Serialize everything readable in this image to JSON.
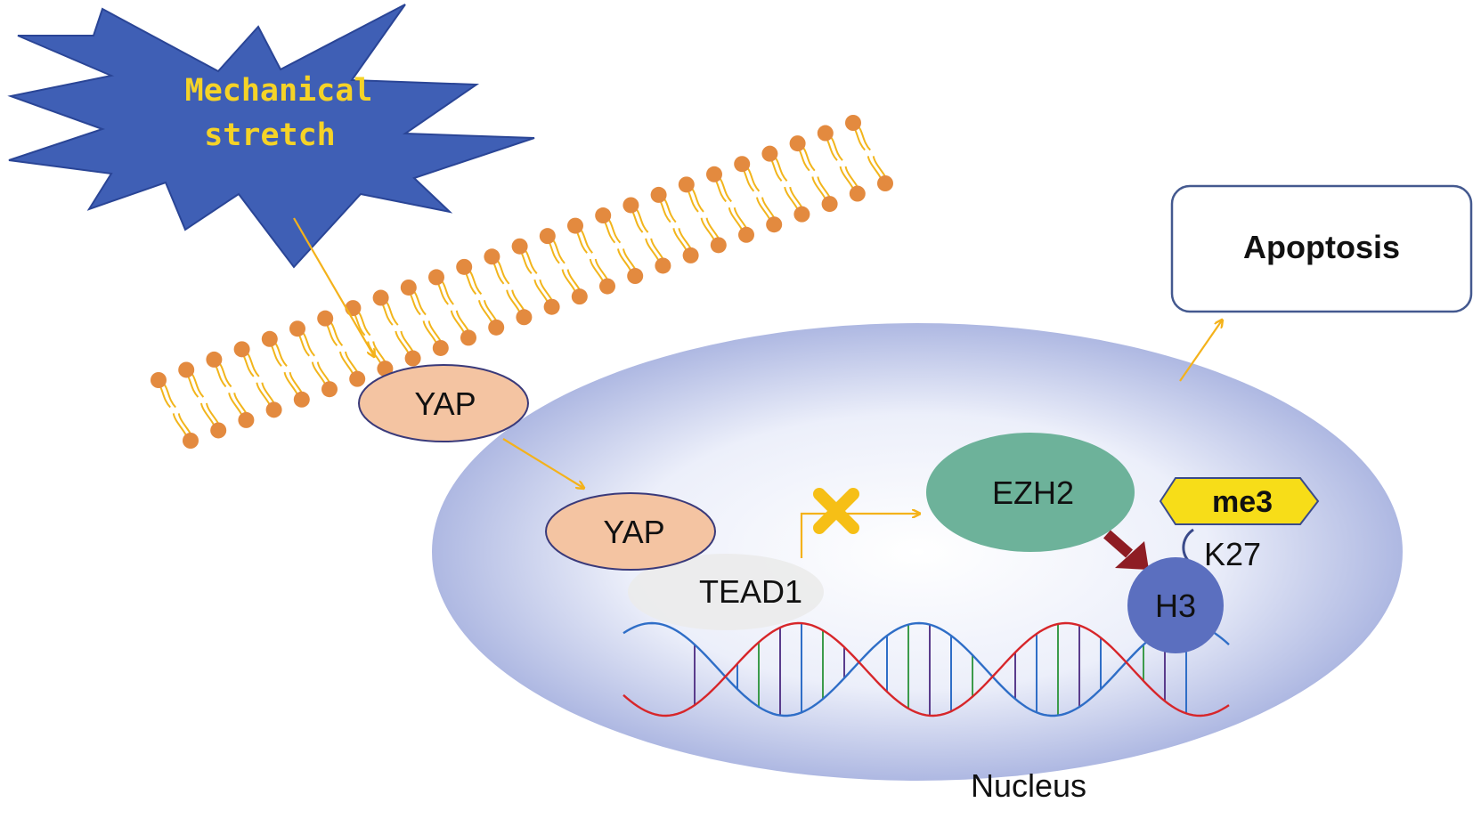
{
  "burst": {
    "label_line1": "Mechanical",
    "label_line2": "stretch"
  },
  "proteins": {
    "yap_cytoplasm": "YAP",
    "yap_nucleus": "YAP",
    "tead1": "TEAD1",
    "ezh2": "EZH2",
    "h3": "H3",
    "me3": "me3",
    "k27": "K27"
  },
  "outcome": {
    "label": "Apoptosis"
  },
  "compartments": {
    "nucleus": "Nucleus"
  },
  "colors": {
    "burst_fill": "#3f5fb5",
    "burst_text": "#f5d327",
    "lipid_head": "#e38a3f",
    "lipid_tail": "#f2b51c",
    "yap_fill": "#f4c4a2",
    "ezh2_fill": "#6db29a",
    "h3_fill": "#5b6fbf",
    "me3_fill": "#f7dd18",
    "arrow": "#f4b21b",
    "inhibit_x": "#f6bf16",
    "dna_blue": "#2f6ec7",
    "dna_red": "#d7262a",
    "apoptosis_border": "#44598f",
    "methyl_arrow": "#8e1d24"
  }
}
